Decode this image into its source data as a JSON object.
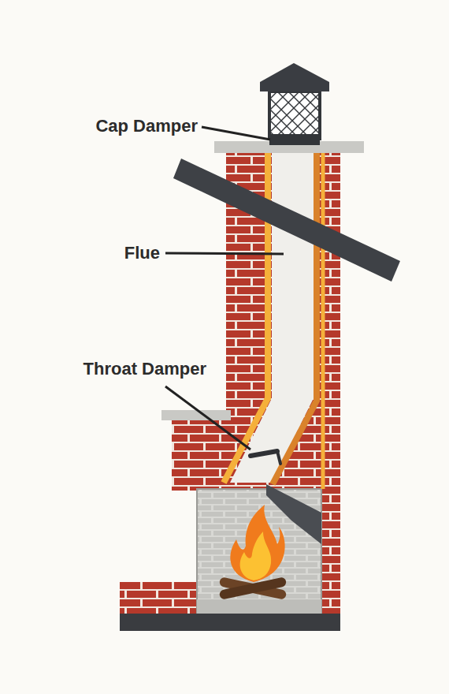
{
  "diagram": {
    "labels": [
      "Cap Damper",
      "Flue",
      "Throat Damper"
    ]
  }
}
